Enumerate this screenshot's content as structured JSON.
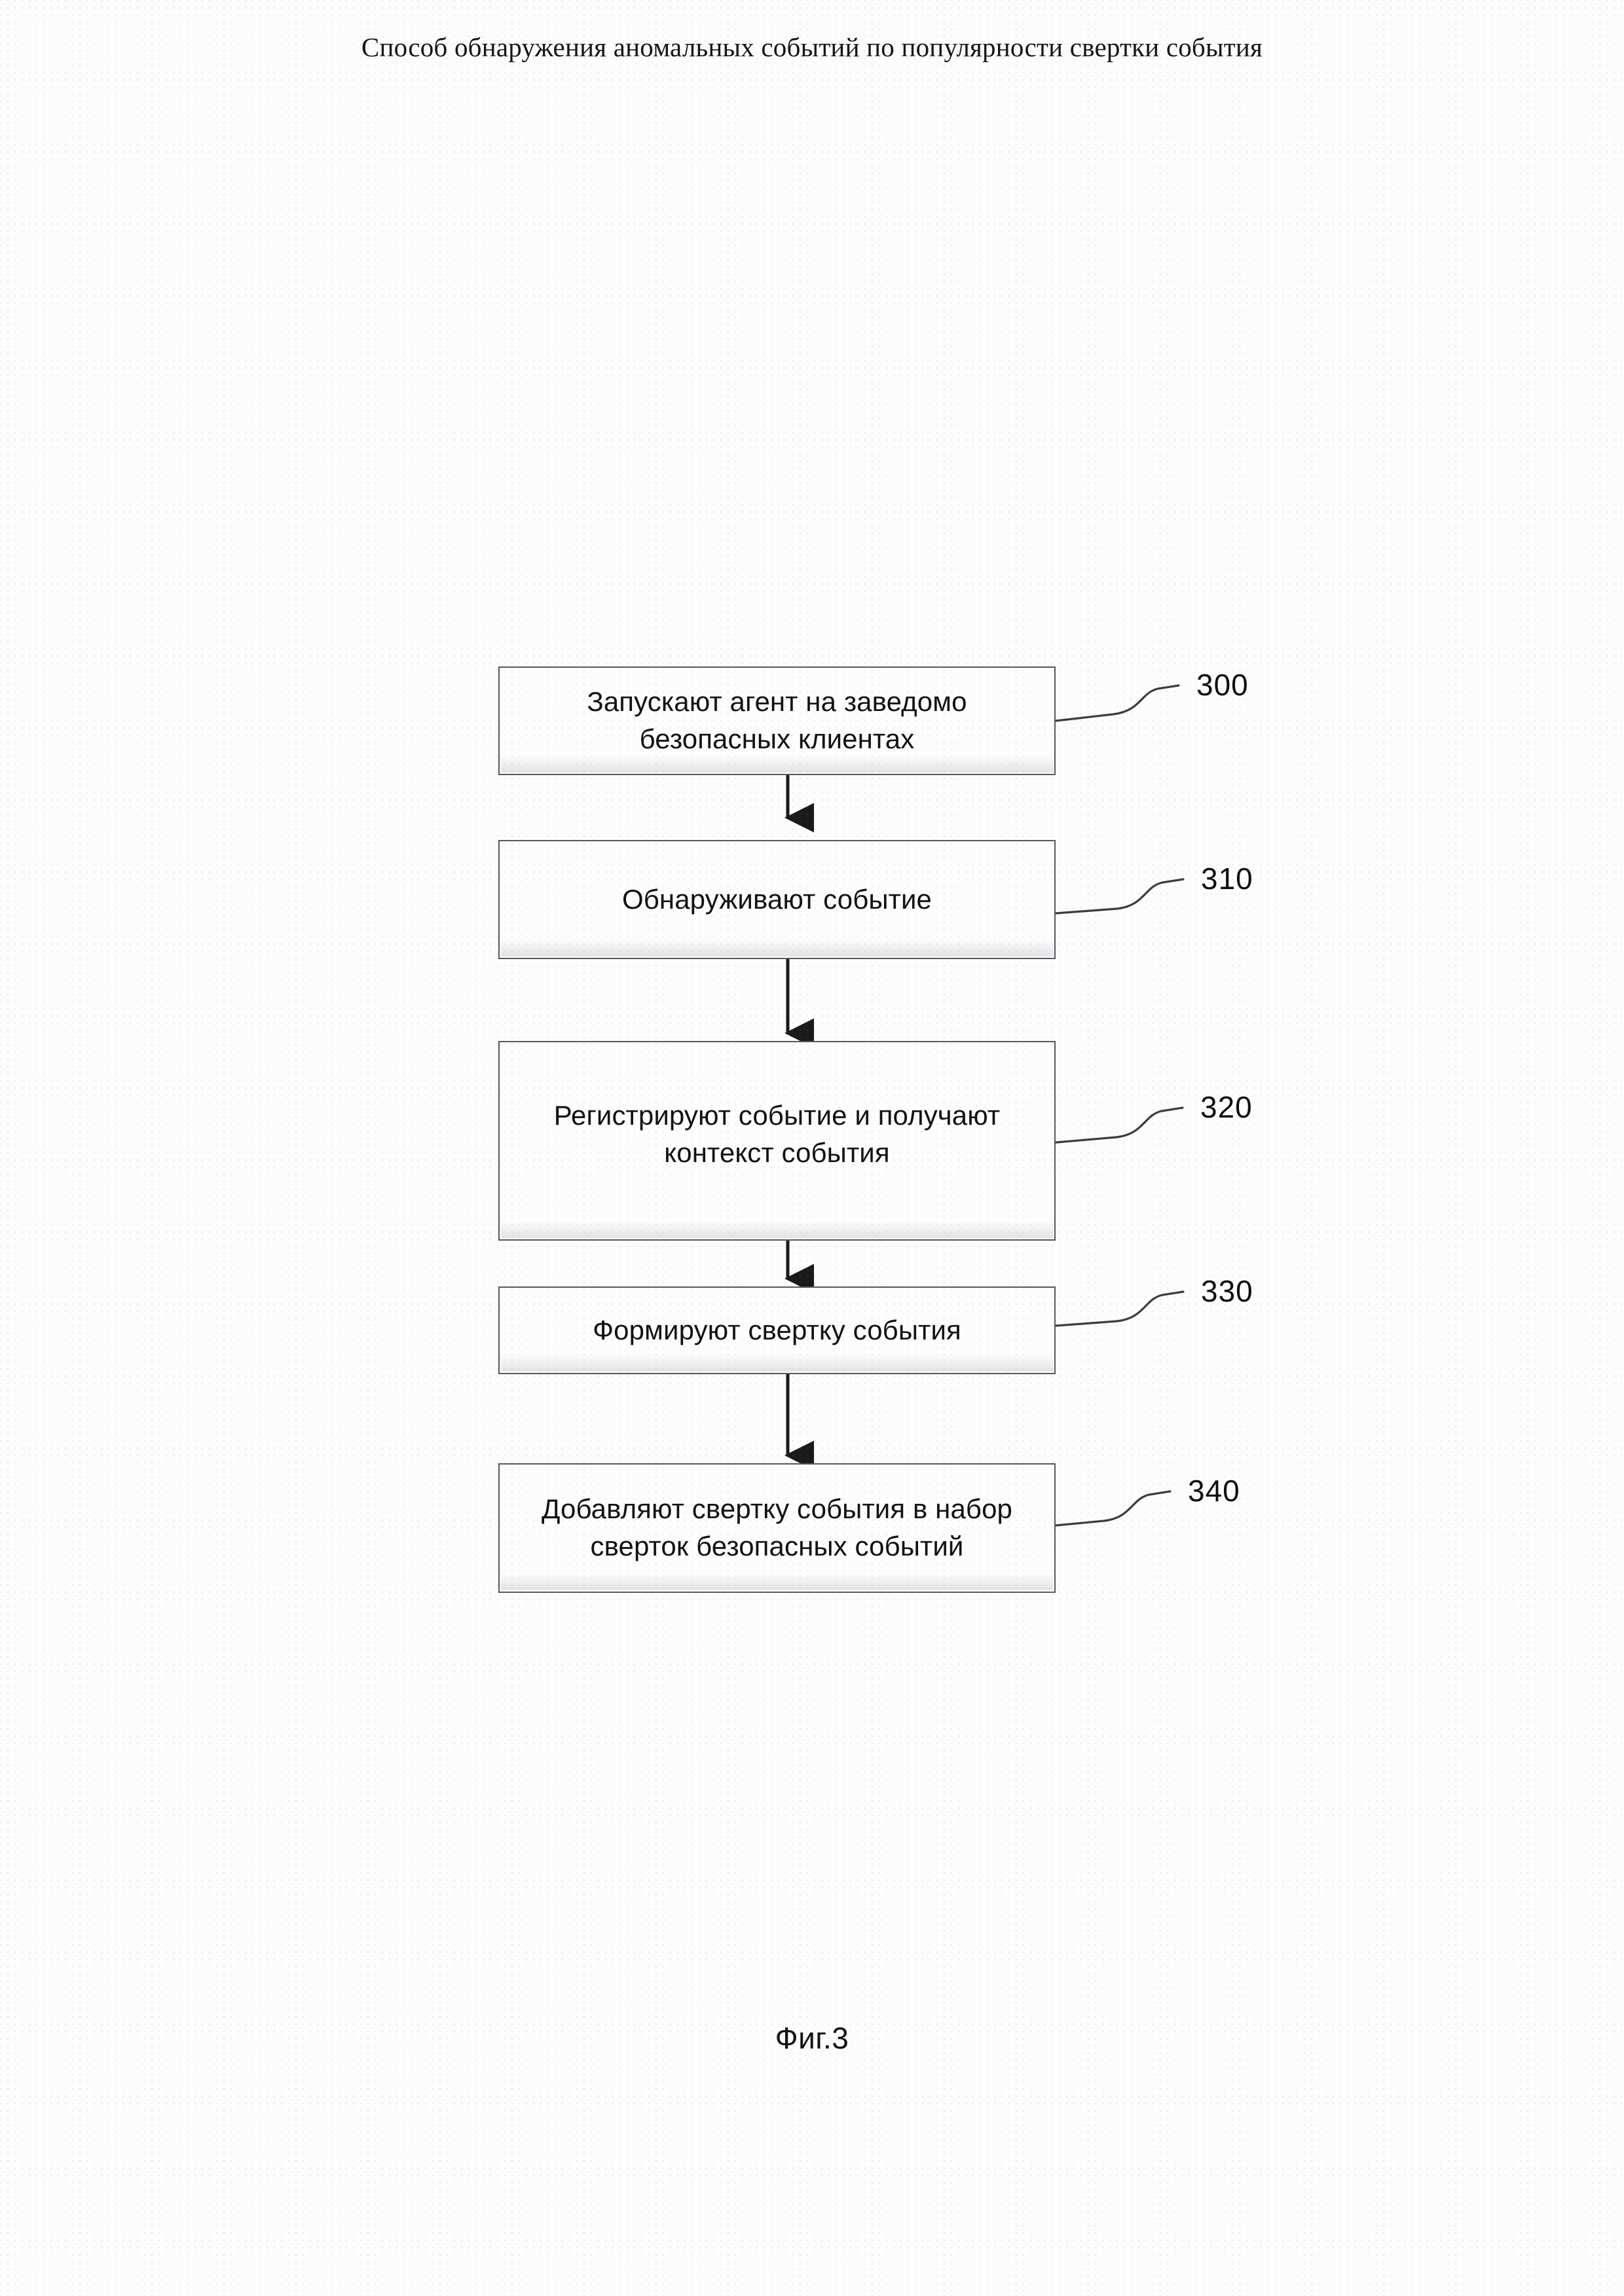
{
  "header": {
    "title": "Способ обнаружения аномальных событий по популярности свертки события"
  },
  "figure": {
    "caption": "Фиг.3",
    "type": "flowchart",
    "steps": [
      {
        "ref": "300",
        "lines": [
          "Запускают агент на заведомо",
          "безопасных клиентах"
        ]
      },
      {
        "ref": "310",
        "lines": [
          "Обнаруживают событие"
        ]
      },
      {
        "ref": "320",
        "lines": [
          "Регистрируют событие и получают",
          "контекст события"
        ]
      },
      {
        "ref": "330",
        "lines": [
          "Формируют свертку события"
        ]
      },
      {
        "ref": "340",
        "lines": [
          "Добавляют свертку события в набор",
          "сверток безопасных событий"
        ]
      }
    ]
  },
  "colors": {
    "page_background": "#fcfcfc",
    "box_border": "#55585c",
    "box_fill": "#fdfdfd",
    "text": "#121212",
    "connector": "#1a1a1a"
  }
}
